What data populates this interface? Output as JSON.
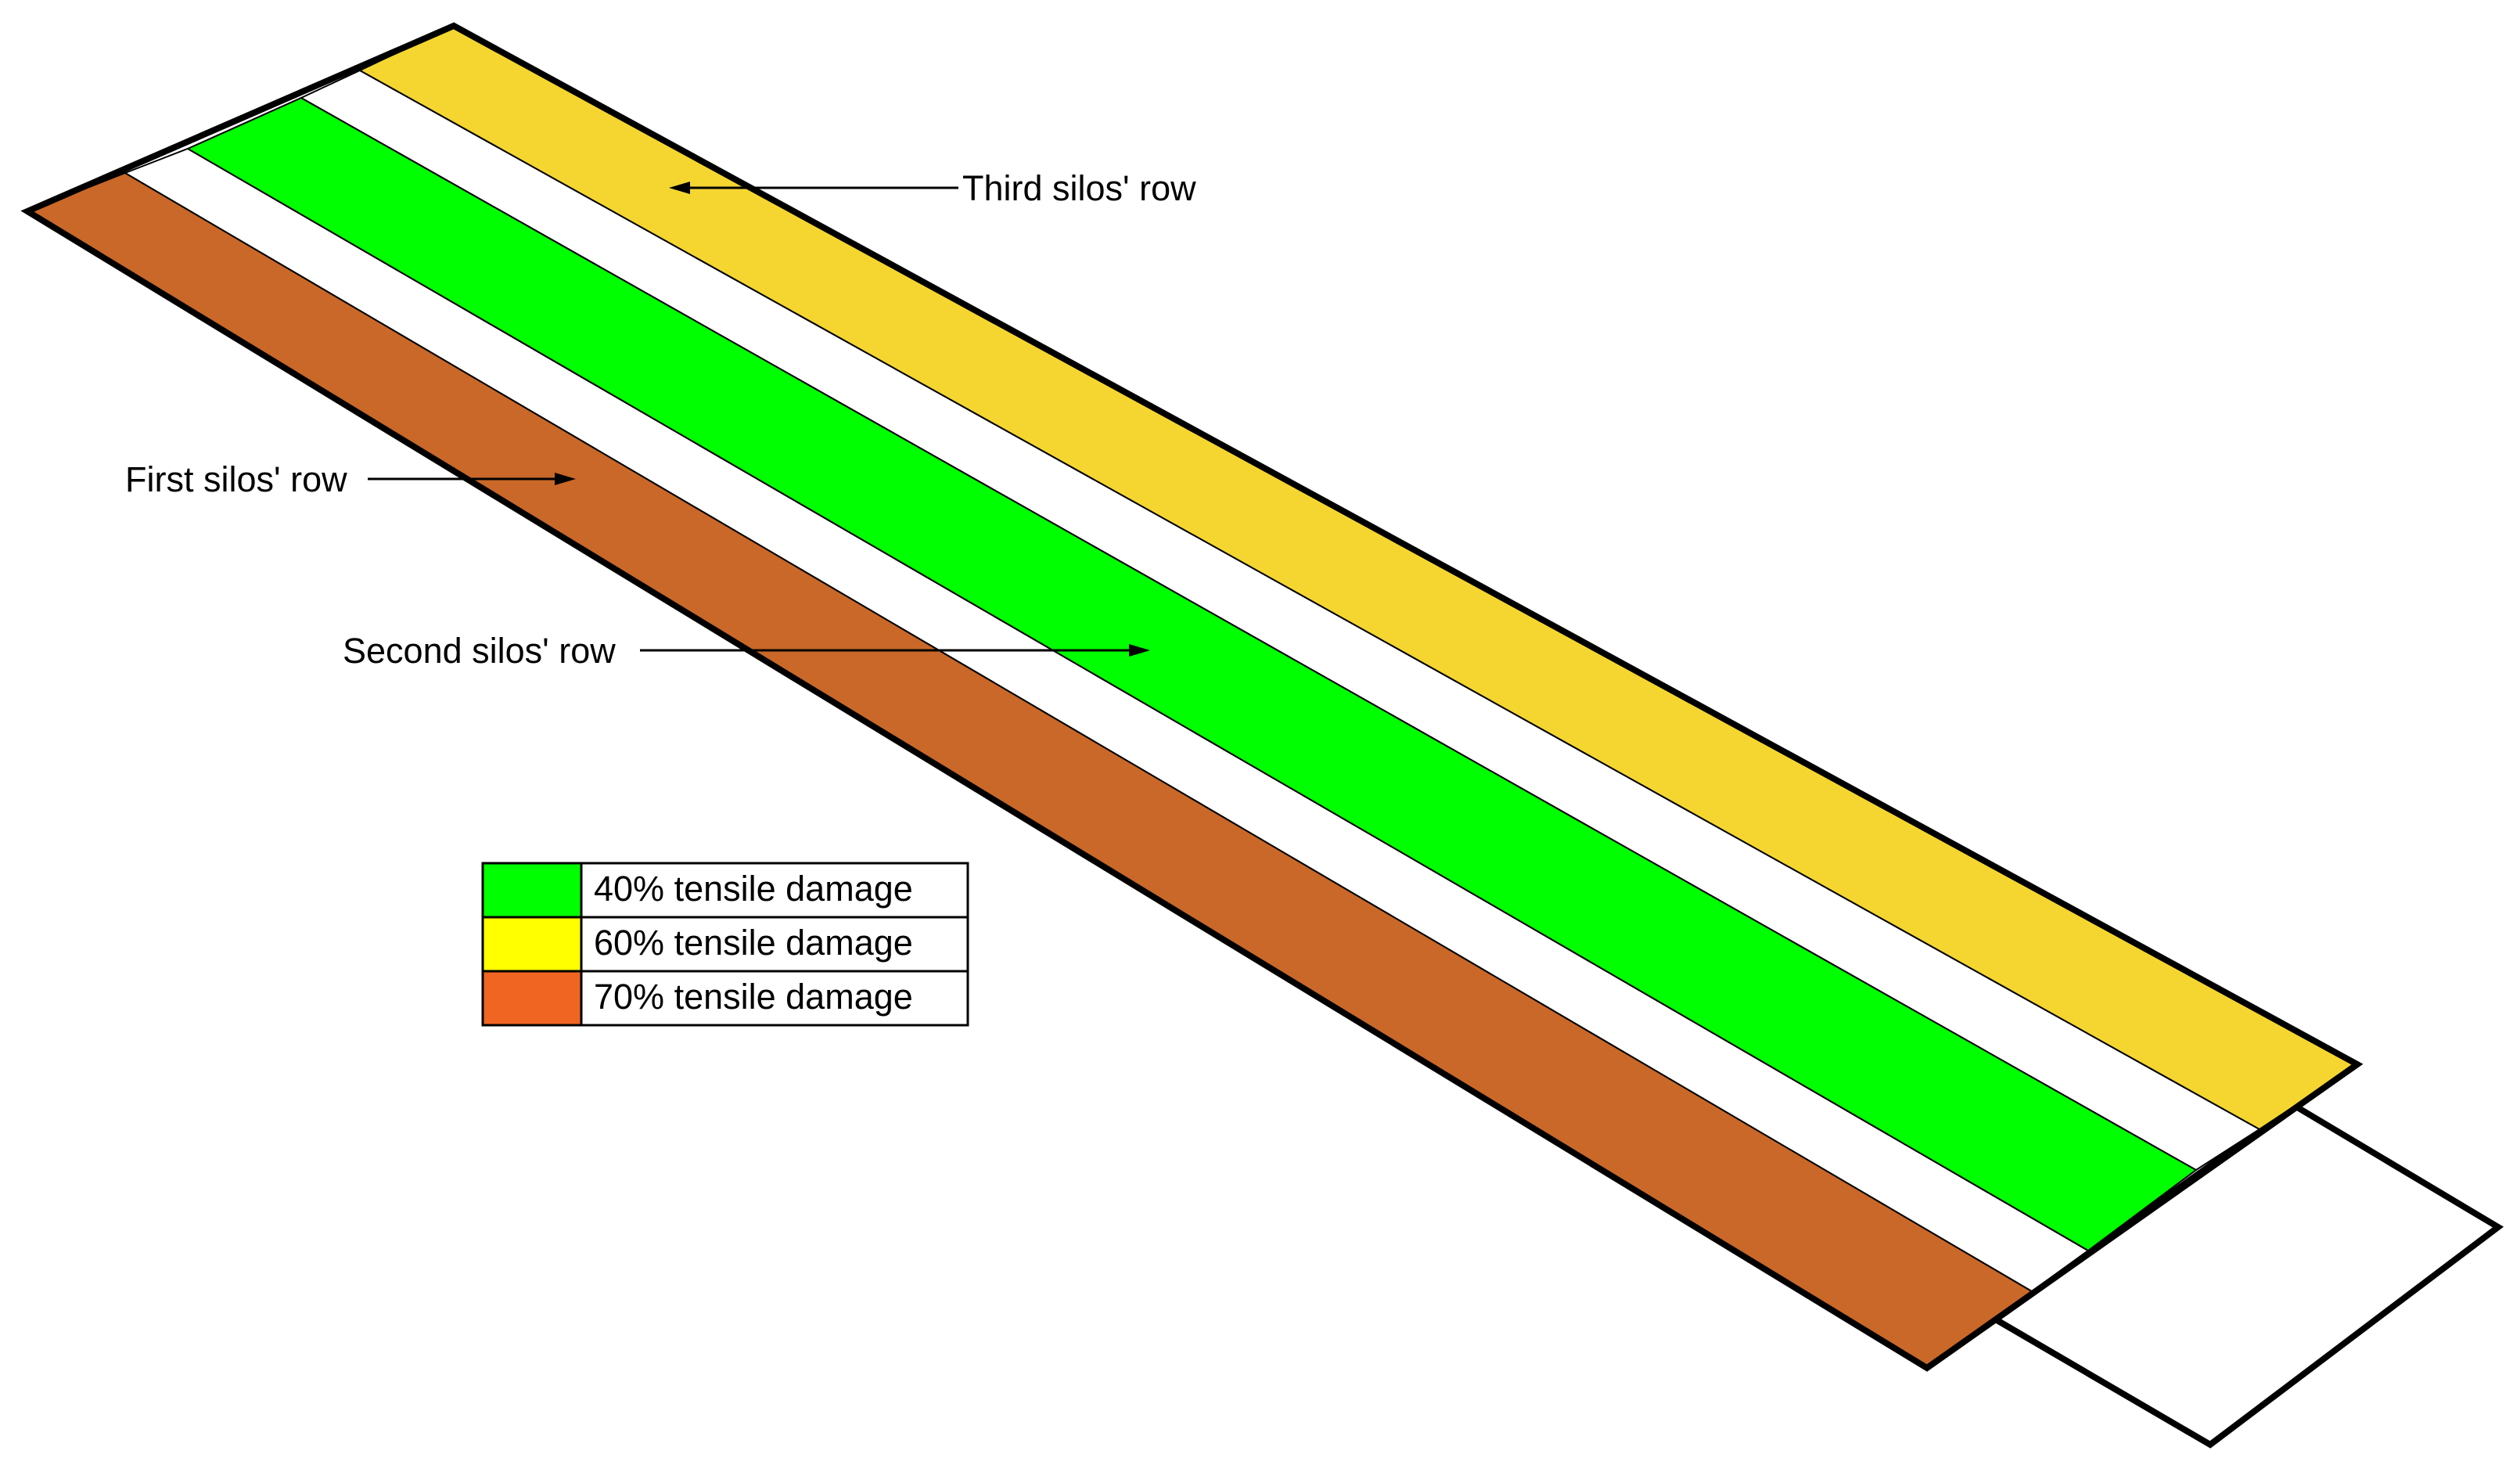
{
  "colors": {
    "background": "#ffffff",
    "outline": "#000000",
    "first_row_band": "#c96828",
    "second_row_band": "#00ff00",
    "third_row_band": "#f5d630",
    "gap_band": "#ffffff",
    "legend_green": "#00ff00",
    "legend_yellow": "#ffff00",
    "legend_orange": "#f06522"
  },
  "labels": {
    "third_row": "Third silos' row",
    "first_row": "First silos' row",
    "second_row": "Second silos' row"
  },
  "legend": {
    "items": [
      {
        "label": "40% tensile damage",
        "color": "#00ff00"
      },
      {
        "label": "60% tensile damage",
        "color": "#ffff00"
      },
      {
        "label": "70% tensile damage",
        "color": "#f06522"
      }
    ]
  }
}
